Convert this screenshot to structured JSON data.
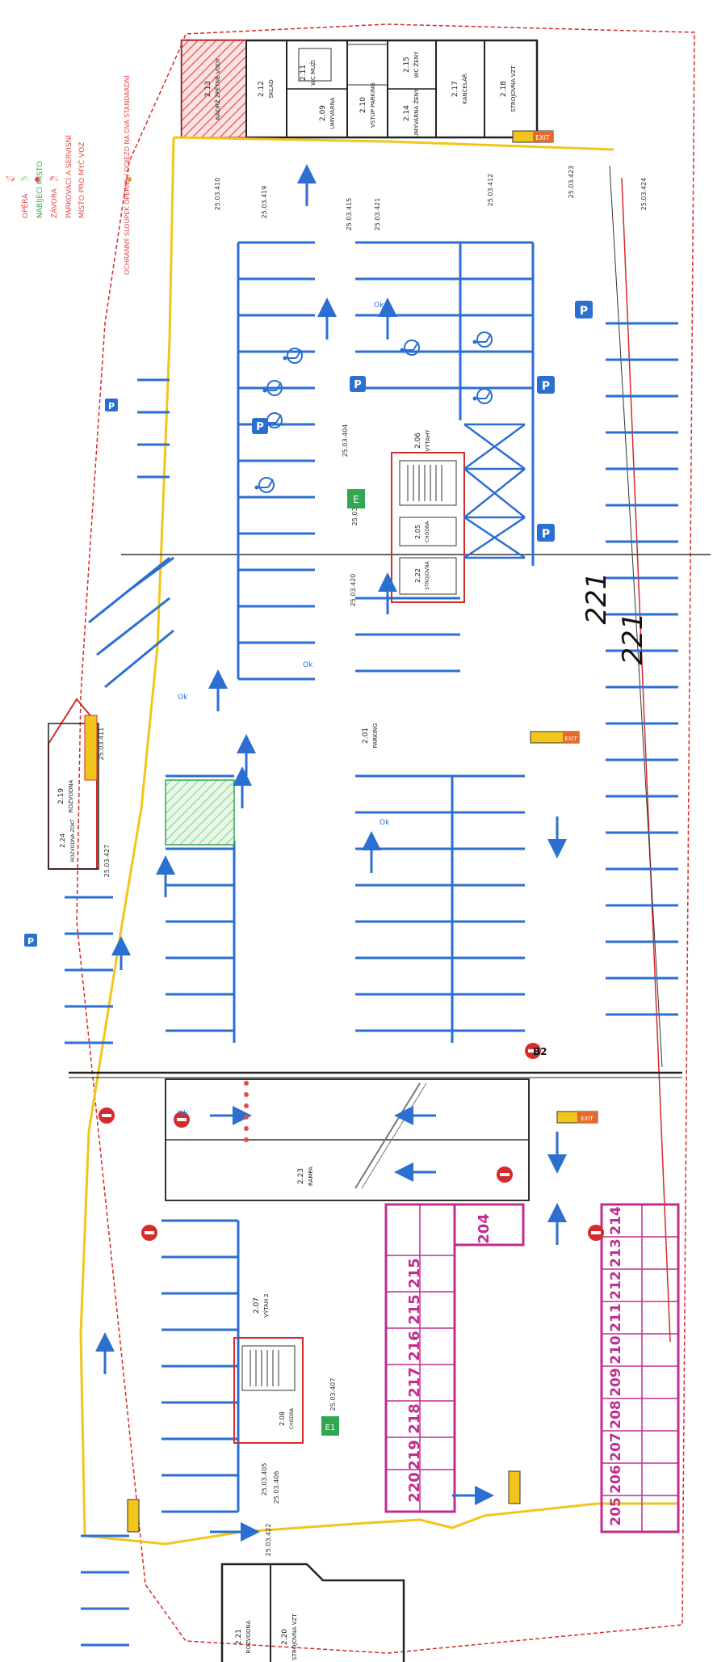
{
  "legend": {
    "items": [
      {
        "label": "OPĚRA",
        "color": "#e44b4b"
      },
      {
        "label": "NABÍJECÍ MÍSTO",
        "color": "#2fa84f"
      },
      {
        "label": "ZÁVORA",
        "color": "#e44b4b"
      },
      {
        "label": "PARKOVACÍ A SERVISNÍ",
        "color": "#e44b4b"
      },
      {
        "label": "MÍSTO PRO MYČ VOZ",
        "color": "#e44b4b"
      }
    ],
    "note": "OCHRANNÝ SLOUPEK OPĚRNÝ / DOJEZD NA DVA STANDARDNÍ"
  },
  "colors": {
    "wall": "#222222",
    "red": "#d62b2b",
    "yellow": "#f2c51c",
    "blue": "#2b6fd1",
    "magenta": "#c12d8f",
    "green": "#2fa84f",
    "hatch": "#e86a6a"
  },
  "rooms_top": [
    {
      "code": "2.13",
      "name": "NÁDRŽ ZPĚTNÉ VODY"
    },
    {
      "code": "2.12",
      "name": "SKLAD"
    },
    {
      "code": "2.11",
      "name": "WC MUŽI"
    },
    {
      "code": "2.09",
      "name": "UMÝVÁRNA"
    },
    {
      "code": "2.10",
      "name": "VSTUP PARKING"
    },
    {
      "code": "2.14",
      "name": "UMÝVÁRNA ŽENY"
    },
    {
      "code": "2.15",
      "name": "WC ŽENY"
    },
    {
      "code": "2.17",
      "name": "KANCELÁŘ"
    },
    {
      "code": "2.18",
      "name": "STROJOVNA VZT"
    }
  ],
  "rooms_misc": [
    {
      "code": "2.19",
      "name": "ROZVODNA"
    },
    {
      "code": "2.24",
      "name": "ROZVODNA ZOKT"
    },
    {
      "code": "2.06",
      "name": "VÝTAHY"
    },
    {
      "code": "2.05",
      "name": "CHODBA"
    },
    {
      "code": "2.22",
      "name": "STROJOVNA"
    },
    {
      "code": "2.01",
      "name": "PARKING"
    },
    {
      "code": "2.23",
      "name": "RAMPA"
    },
    {
      "code": "2.07",
      "name": "VÝTAH 2"
    },
    {
      "code": "2.08",
      "name": "CHODBA"
    },
    {
      "code": "2.21",
      "name": "ROZVODNA"
    },
    {
      "code": "2.20",
      "name": "STROJOVNA VZT"
    }
  ],
  "refs": [
    "25.03.415",
    "25.03.421",
    "25.03.412",
    "25.03.423",
    "25.03.424",
    "25.03.420",
    "25.03.403",
    "25.03.404",
    "25.03.411",
    "25.03.427",
    "25.03.407",
    "25.03.405",
    "25.03.406",
    "25.03.422",
    "25.03.410"
  ],
  "stalls_left": [
    "220",
    "219",
    "218",
    "217",
    "216",
    "215",
    "215",
    "204"
  ],
  "stalls_bottom": [
    "205",
    "206",
    "207",
    "208",
    "209",
    "210",
    "211",
    "212",
    "213",
    "214"
  ],
  "handwriting": [
    "221",
    "221"
  ],
  "signs": {
    "exit": "EXIT",
    "parking": "P",
    "b2": "B2",
    "ok": "Ok",
    "step_a": "E",
    "step_b": "E1"
  }
}
